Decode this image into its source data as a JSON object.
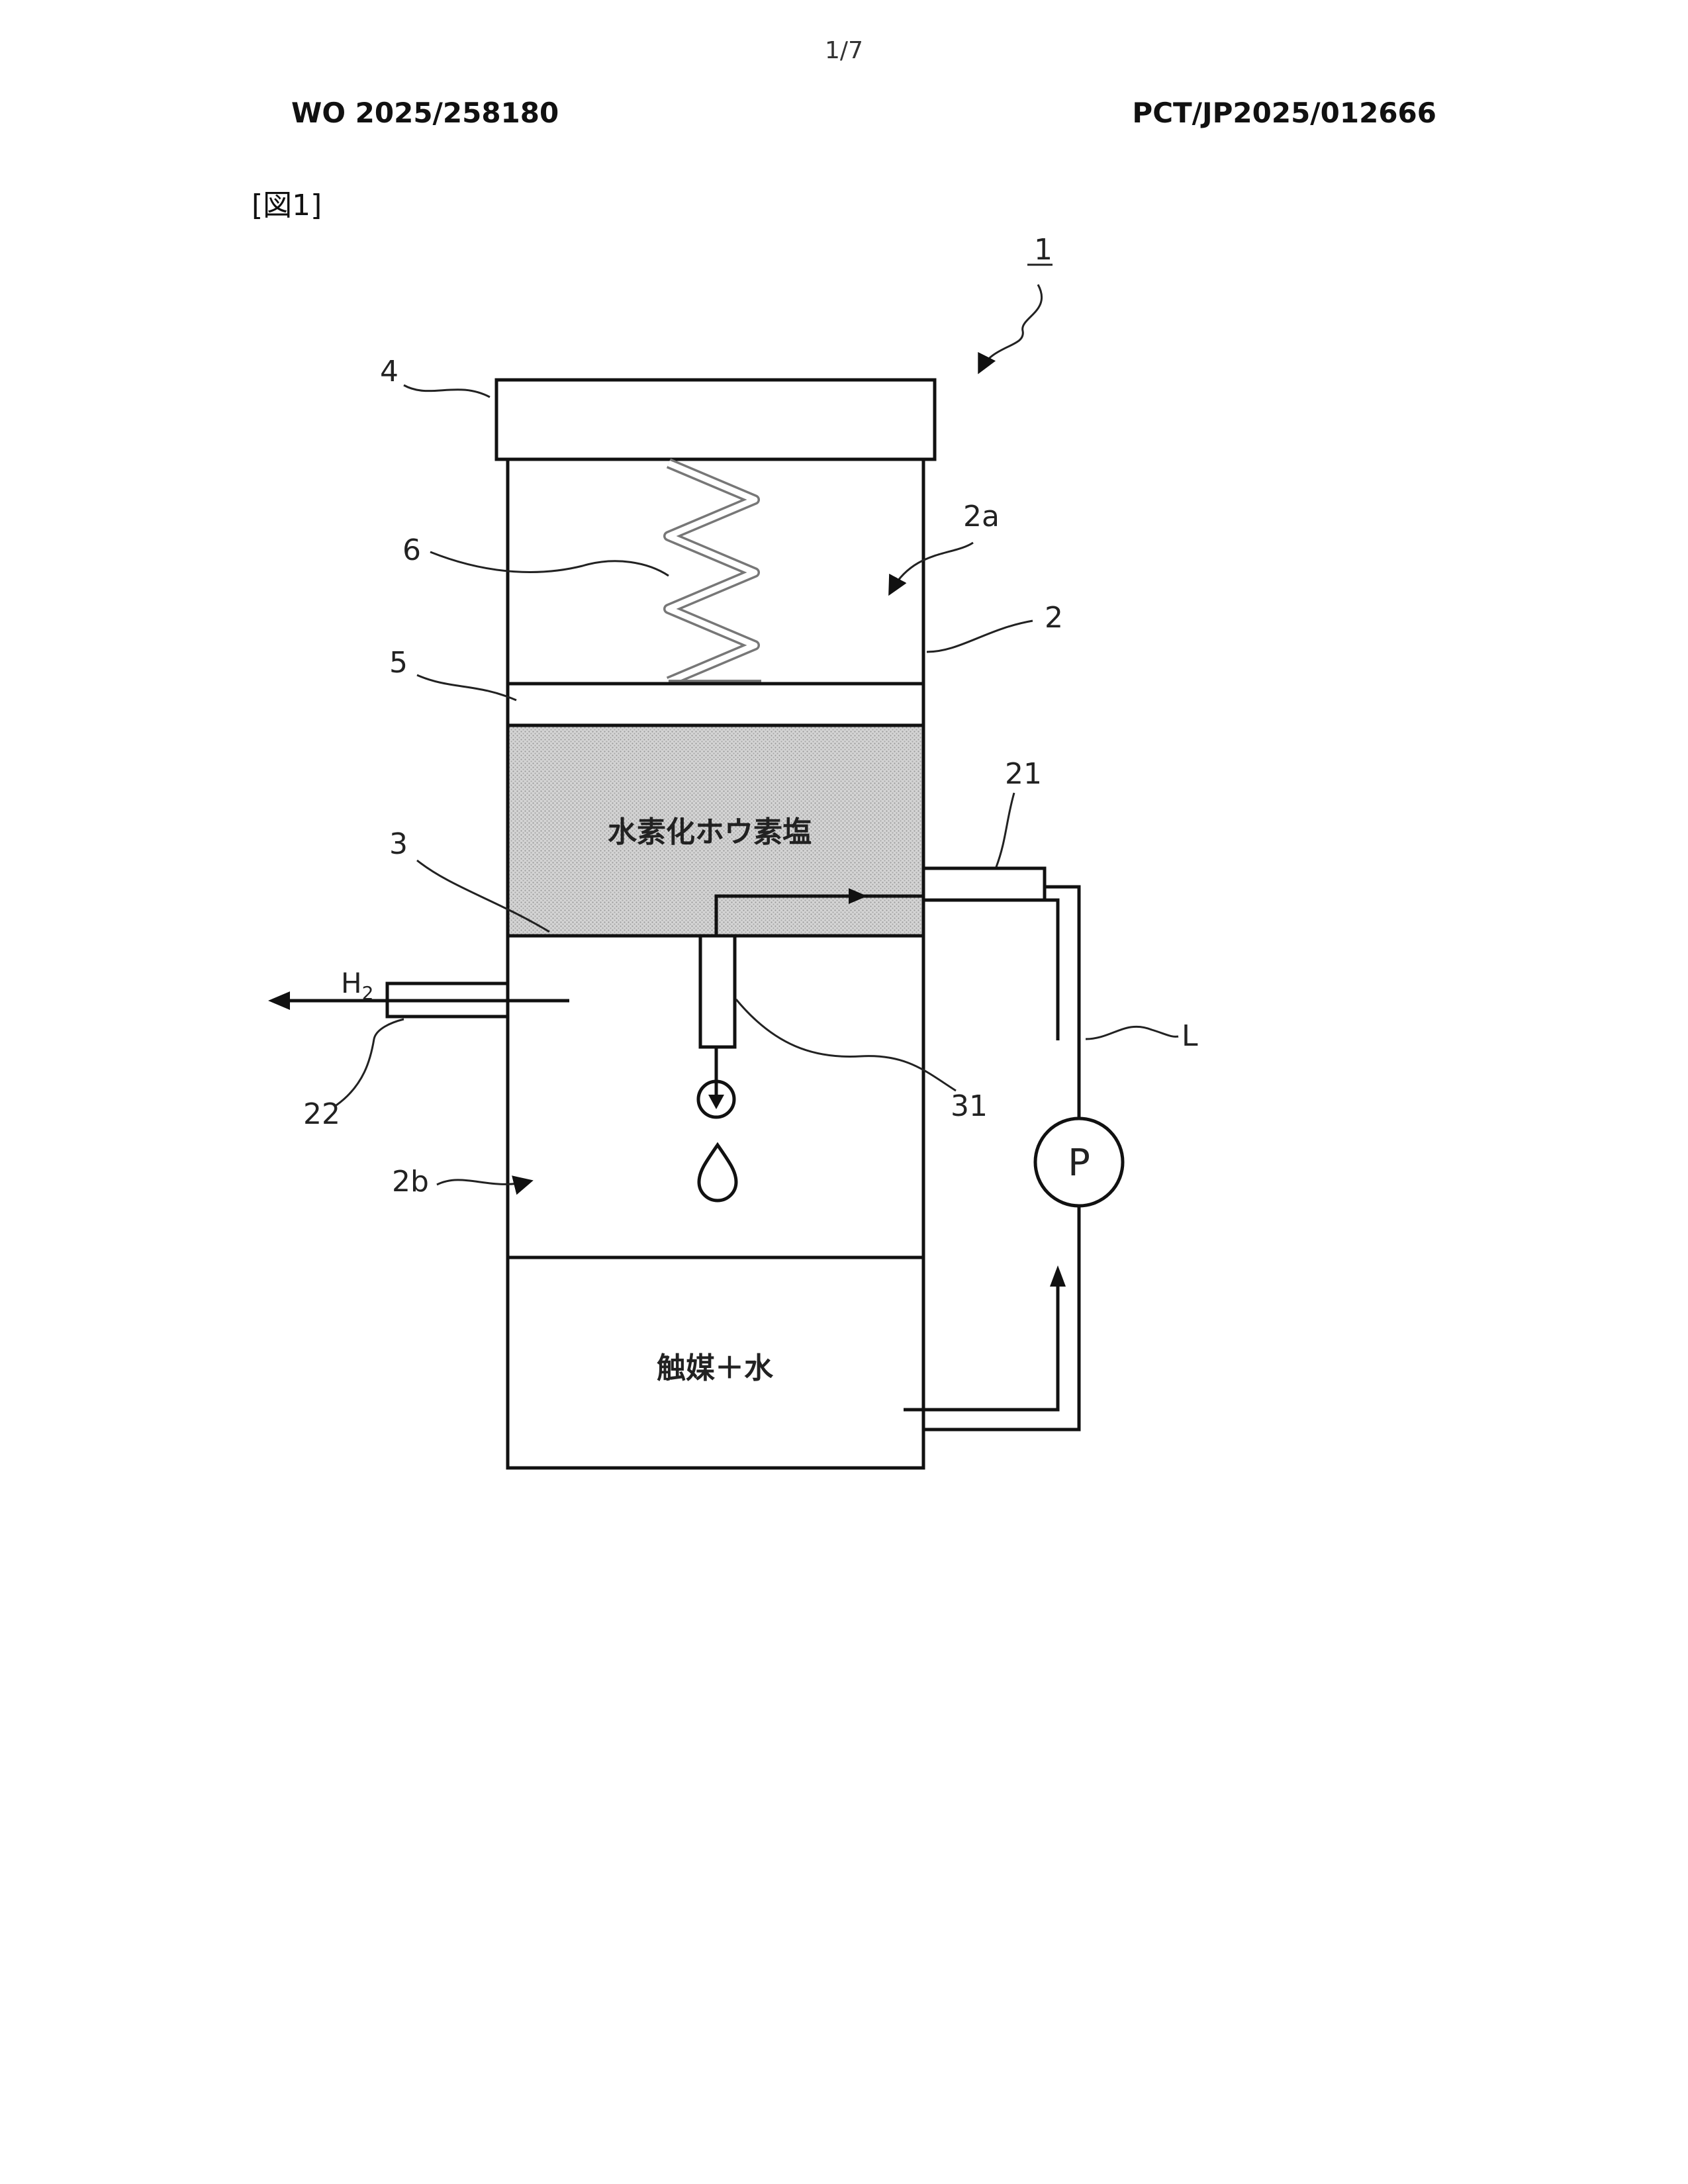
{
  "header": {
    "page_number": "1/7",
    "publication_number": "WO 2025/258180",
    "application_number": "PCT/JP2025/012666",
    "figure_label": "[図1]"
  },
  "figure": {
    "labels": {
      "device": "1",
      "lid": "4",
      "spring": "6",
      "upper_chamber": "2a",
      "container": "2",
      "plate": "5",
      "inlet_port": "21",
      "solid_layer": "3",
      "gas_output": "H",
      "gas_output_sub": "2",
      "outlet_port": "22",
      "nozzle": "31",
      "line": "L",
      "lower_chamber": "2b",
      "pump": "P"
    },
    "regions": {
      "solid_material": "水素化ホウ素塩",
      "liquid": "触媒＋水"
    }
  }
}
